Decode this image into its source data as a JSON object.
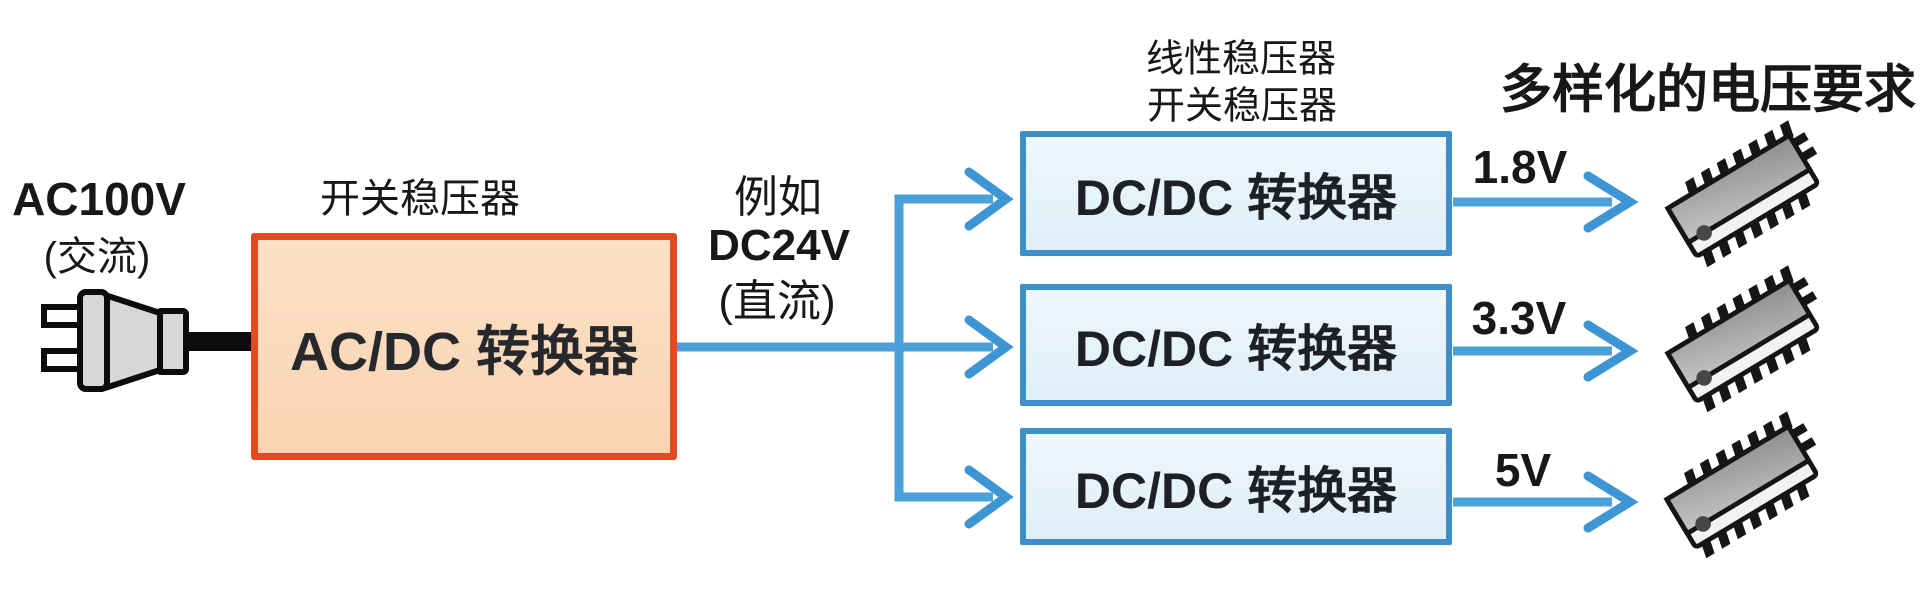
{
  "diagram": {
    "input": {
      "voltage": "AC100V",
      "current_type": "(交流)"
    },
    "acdc": {
      "top_label": "开关稳压器",
      "label": "AC/DC 转换器"
    },
    "link": {
      "line1": "例如",
      "line2": "DC24V",
      "line3": "(直流)"
    },
    "dcdc": {
      "top_label_line1": "线性稳压器",
      "top_label_line2": "开关稳压器",
      "boxes": [
        {
          "label": "DC/DC 转换器"
        },
        {
          "label": "DC/DC 转换器"
        },
        {
          "label": "DC/DC 转换器"
        }
      ]
    },
    "outputs": {
      "title": "多样化的电压要求",
      "voltages": [
        "1.8V",
        "3.3V",
        "5V"
      ]
    },
    "colors": {
      "orange_border": "#e04b20",
      "orange_fill": "#fbd9b9",
      "arrow_blue": "#4aa0d9",
      "blue_box_border": "#3e8ecb",
      "blue_box_fill": "#eaf4fb",
      "text": "#17181a"
    }
  }
}
